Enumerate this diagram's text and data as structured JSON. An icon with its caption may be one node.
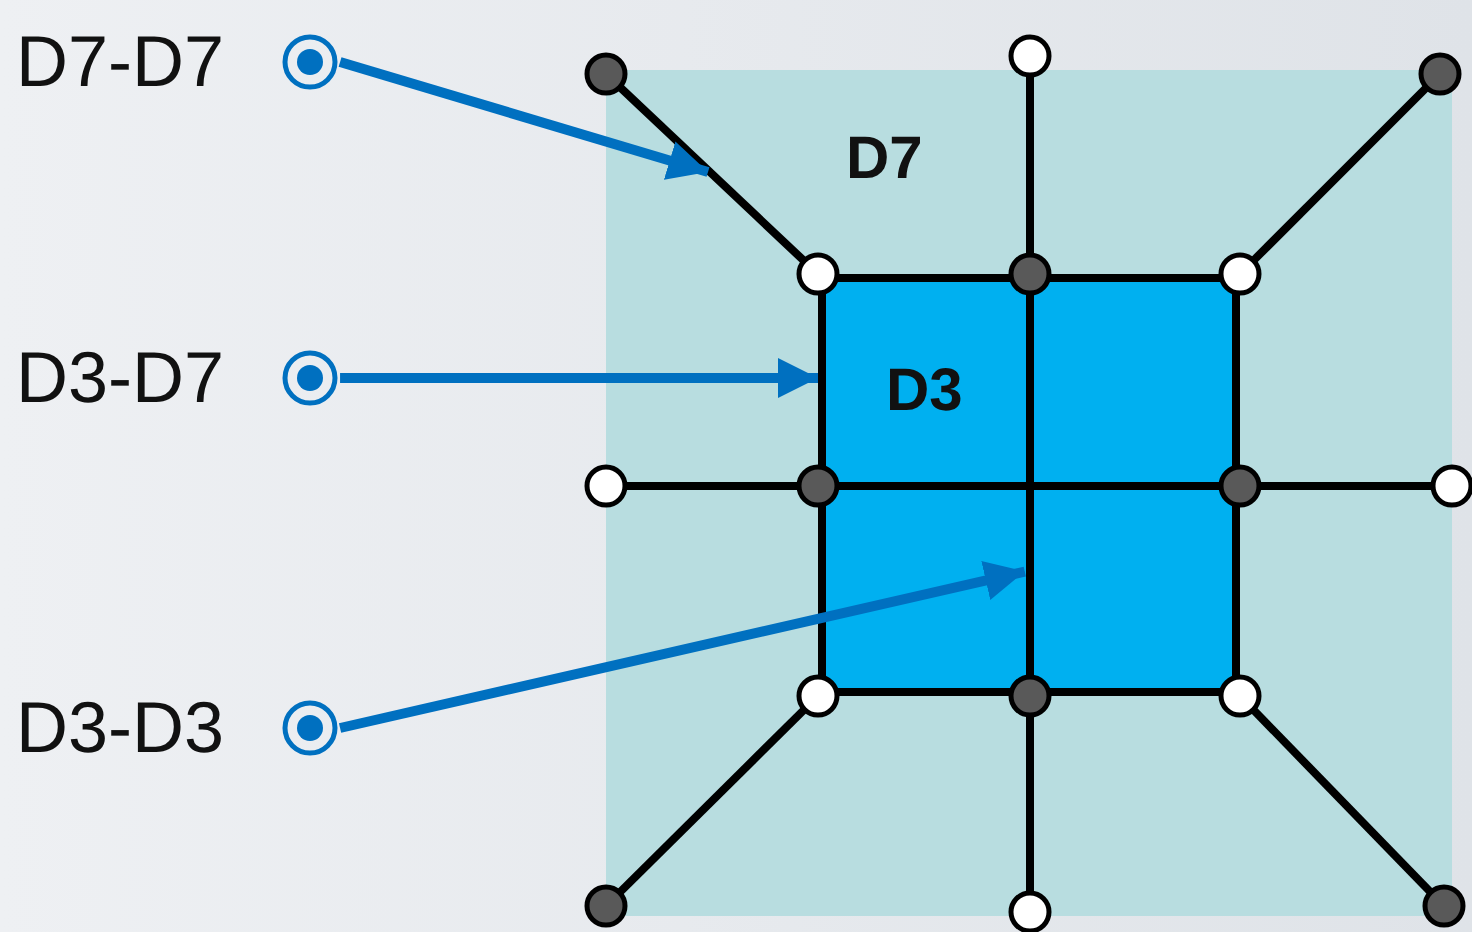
{
  "diagram": {
    "nodes": [
      {
        "text": [
          "D7"
        ]
      },
      {
        "text": [
          "D3"
        ],
        "in": 0
      },
      {
        "text": [
          "D7-D7"
        ]
      },
      {
        "text": [
          "D3-D7"
        ]
      },
      {
        "text": [
          "D3-D3"
        ]
      }
    ],
    "edges": [
      {
        "from": 2,
        "to": null,
        "arrow": "to"
      },
      {
        "from": 3,
        "to": 1,
        "arrow": "to"
      },
      {
        "from": 4,
        "to": 1,
        "arrow": "to"
      }
    ]
  }
}
